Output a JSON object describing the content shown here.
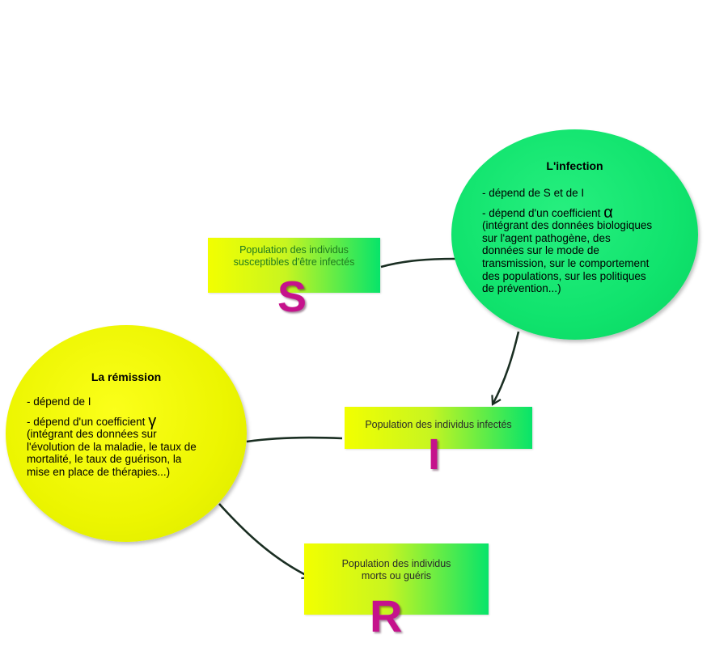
{
  "nodes": {
    "s": {
      "label_line1": "Population des individus",
      "label_line2": "susceptibles d'être infectés",
      "letter": "S"
    },
    "i": {
      "label": "Population des individus infectés",
      "letter": "I"
    },
    "r": {
      "label_line1": "Population des individus",
      "label_line2": "morts ou guéris",
      "letter": "R"
    }
  },
  "infection": {
    "title": "L'infection",
    "point1": "- dépend de S et de I",
    "point2_prefix": "- dépend d'un coefficient",
    "symbol": "α",
    "details": [
      "(intégrant des données biologiques",
      "sur l'agent pathogène, des",
      "données sur le mode de",
      "transmission, sur le comportement",
      "des populations, sur les politiques",
      "de prévention...)"
    ]
  },
  "remission": {
    "title": "La rémission",
    "point1": "- dépend de I",
    "point2_prefix": "- dépend d'un coefficient",
    "symbol": "γ",
    "details": [
      "(intégrant des données sur",
      "l'évolution de la maladie, le taux de",
      "mortalité, le taux de guérison, la",
      "mise en place de thérapies...)"
    ]
  },
  "colors": {
    "letter": "#c5128c",
    "connector": "#1a2e22",
    "box_gradient_start": "#f2ff00",
    "box_gradient_end": "#07e46a",
    "infection_fill": "#10e36d",
    "remission_fill": "#ecf500"
  }
}
